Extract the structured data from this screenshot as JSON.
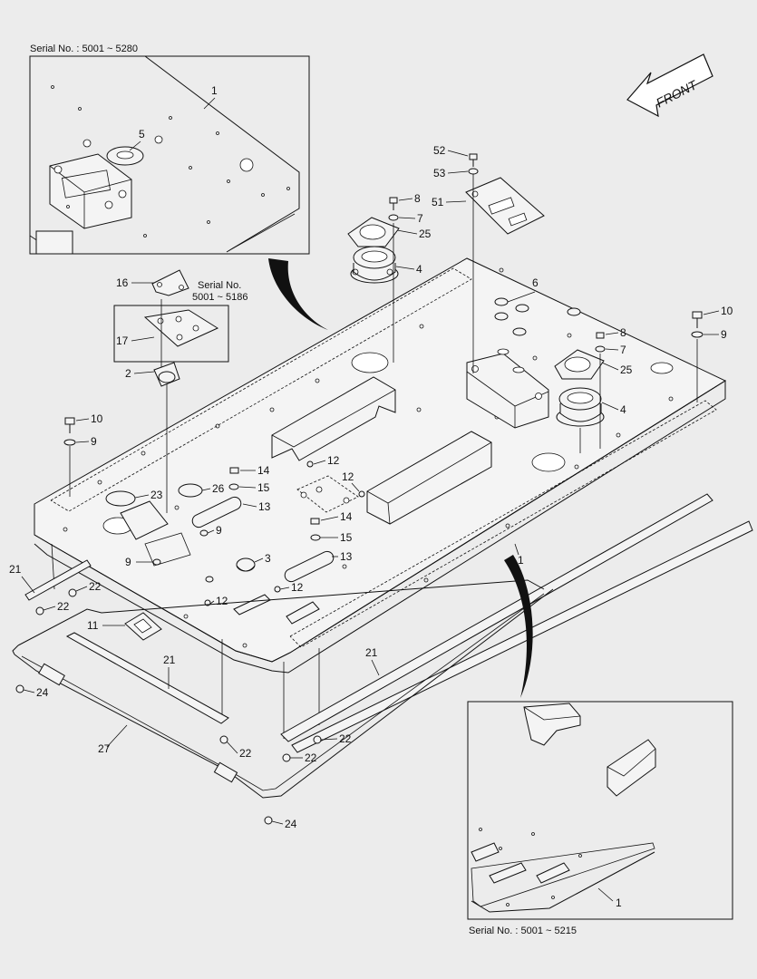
{
  "inset_top": {
    "serial_caption": "Serial No. : 5001 ~ 5280"
  },
  "inset_bottom": {
    "serial_caption": "Serial No. : 5001 ~ 5215"
  },
  "subassembly": {
    "caption_line1": "Serial No.",
    "caption_line2": "5001 ~ 5186"
  },
  "front_arrow": {
    "label": "FRONT"
  },
  "callouts": [
    {
      "id": "c-1-top",
      "label": "1"
    },
    {
      "id": "c-5",
      "label": "5"
    },
    {
      "id": "c-52",
      "label": "52"
    },
    {
      "id": "c-53",
      "label": "53"
    },
    {
      "id": "c-51",
      "label": "51"
    },
    {
      "id": "c-8-a",
      "label": "8"
    },
    {
      "id": "c-7-a",
      "label": "7"
    },
    {
      "id": "c-25-a",
      "label": "25"
    },
    {
      "id": "c-4-a",
      "label": "4"
    },
    {
      "id": "c-6",
      "label": "6"
    },
    {
      "id": "c-10-r",
      "label": "10"
    },
    {
      "id": "c-9-r",
      "label": "9"
    },
    {
      "id": "c-8-b",
      "label": "8"
    },
    {
      "id": "c-7-b",
      "label": "7"
    },
    {
      "id": "c-25-b",
      "label": "25"
    },
    {
      "id": "c-4-b",
      "label": "4"
    },
    {
      "id": "c-16",
      "label": "16"
    },
    {
      "id": "c-17",
      "label": "17"
    },
    {
      "id": "c-2",
      "label": "2"
    },
    {
      "id": "c-10-l",
      "label": "10"
    },
    {
      "id": "c-9-l",
      "label": "9"
    },
    {
      "id": "c-12-a",
      "label": "12"
    },
    {
      "id": "c-12-b",
      "label": "12"
    },
    {
      "id": "c-14-a",
      "label": "14"
    },
    {
      "id": "c-26",
      "label": "26"
    },
    {
      "id": "c-15-a",
      "label": "15"
    },
    {
      "id": "c-13-a",
      "label": "13"
    },
    {
      "id": "c-23",
      "label": "23"
    },
    {
      "id": "c-9-m1",
      "label": "9"
    },
    {
      "id": "c-9-m2",
      "label": "9"
    },
    {
      "id": "c-14-b",
      "label": "14"
    },
    {
      "id": "c-15-b",
      "label": "15"
    },
    {
      "id": "c-13-b",
      "label": "13"
    },
    {
      "id": "c-3",
      "label": "3"
    },
    {
      "id": "c-12-c",
      "label": "12"
    },
    {
      "id": "c-12-d",
      "label": "12"
    },
    {
      "id": "c-21-l",
      "label": "21"
    },
    {
      "id": "c-22-a",
      "label": "22"
    },
    {
      "id": "c-22-b",
      "label": "22"
    },
    {
      "id": "c-11",
      "label": "11"
    },
    {
      "id": "c-21-m",
      "label": "21"
    },
    {
      "id": "c-21-r",
      "label": "21"
    },
    {
      "id": "c-1-mid",
      "label": "1"
    },
    {
      "id": "c-24-l",
      "label": "24"
    },
    {
      "id": "c-27",
      "label": "27"
    },
    {
      "id": "c-22-c",
      "label": "22"
    },
    {
      "id": "c-22-d",
      "label": "22"
    },
    {
      "id": "c-22-e",
      "label": "22"
    },
    {
      "id": "c-24-b",
      "label": "24"
    },
    {
      "id": "c-1-bottom",
      "label": "1"
    }
  ]
}
